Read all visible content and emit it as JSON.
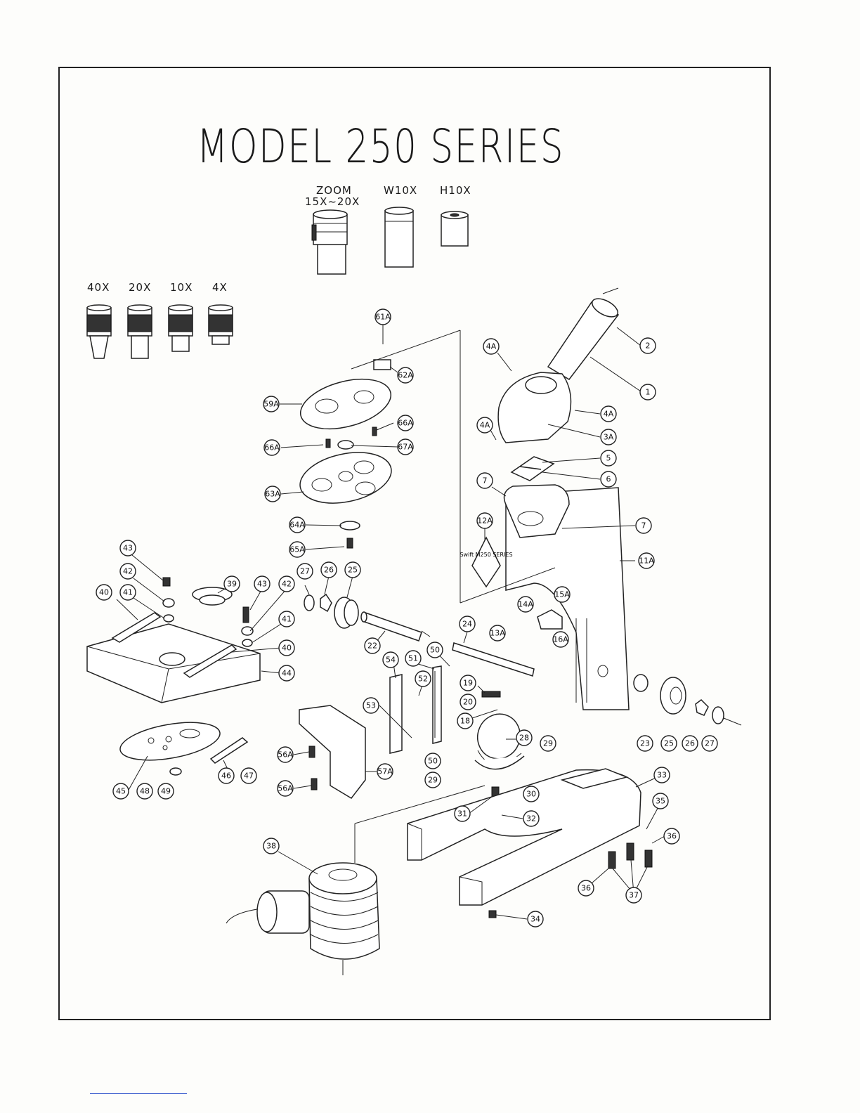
{
  "title": "MODEL 250 SERIES",
  "eyepieces": [
    {
      "label": "ZOOM",
      "sublabel": "15X~20X"
    },
    {
      "label": "W10X",
      "sublabel": ""
    },
    {
      "label": "H10X",
      "sublabel": ""
    }
  ],
  "objectives": [
    {
      "label": "40X"
    },
    {
      "label": "20X"
    },
    {
      "label": "10X"
    },
    {
      "label": "4X"
    }
  ],
  "nameplate_text": "Swift M250 SERIES",
  "callouts": [
    "61A",
    "62A",
    "59A",
    "66A",
    "66A",
    "67A",
    "63A",
    "64A",
    "65A",
    "2",
    "1",
    "4A",
    "4A",
    "4A",
    "3A",
    "5",
    "6",
    "7",
    "7",
    "12A",
    "11A",
    "14A",
    "15A",
    "13A",
    "16A",
    "24",
    "22",
    "27",
    "26",
    "25",
    "23",
    "25",
    "26",
    "27",
    "43",
    "42",
    "41",
    "40",
    "39",
    "43",
    "42",
    "41",
    "40",
    "44",
    "54",
    "51",
    "50",
    "52",
    "53",
    "19",
    "20",
    "18",
    "28",
    "29",
    "50",
    "29",
    "30",
    "56A",
    "56A",
    "57A",
    "45",
    "48",
    "49",
    "46",
    "47",
    "31",
    "32",
    "33",
    "35",
    "36",
    "36",
    "37",
    "34",
    "38"
  ]
}
